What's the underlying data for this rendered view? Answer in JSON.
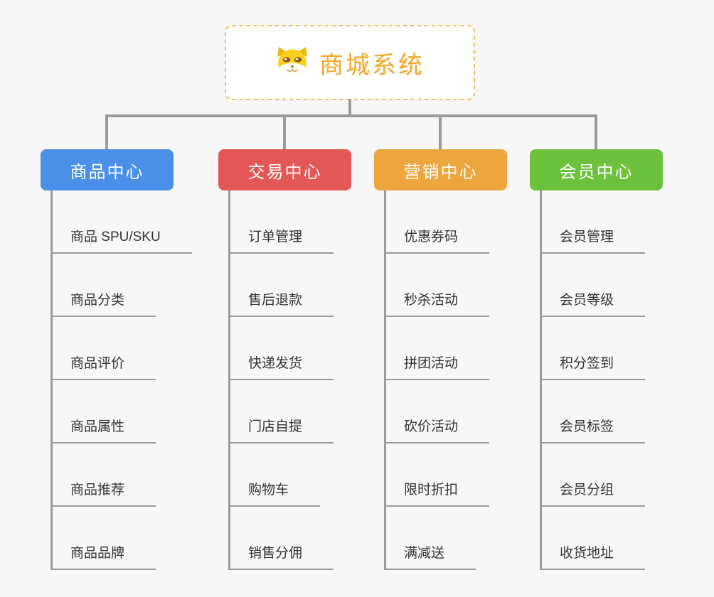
{
  "page": {
    "background_color": "#f7f7f7",
    "connector_color": "#9b9b9b"
  },
  "root": {
    "title": "商城系统",
    "icon": "dog-face-icon",
    "text_color": "#f5a623",
    "border_color": "#f6bb5e"
  },
  "branches": [
    {
      "label": "商品中心",
      "color": "#4a90e8",
      "items": [
        "商品 SPU/SKU",
        "商品分类",
        "商品评价",
        "商品属性",
        "商品推荐",
        "商品品牌"
      ]
    },
    {
      "label": "交易中心",
      "color": "#e35757",
      "items": [
        "订单管理",
        "售后退款",
        "快递发货",
        "门店自提",
        "购物车",
        "销售分佣"
      ]
    },
    {
      "label": "营销中心",
      "color": "#eda63e",
      "items": [
        "优惠券码",
        "秒杀活动",
        "拼团活动",
        "砍价活动",
        "限时折扣",
        "满减送"
      ]
    },
    {
      "label": "会员中心",
      "color": "#6ec13c",
      "items": [
        "会员管理",
        "会员等级",
        "积分签到",
        "会员标签",
        "会员分组",
        "收货地址"
      ]
    }
  ]
}
